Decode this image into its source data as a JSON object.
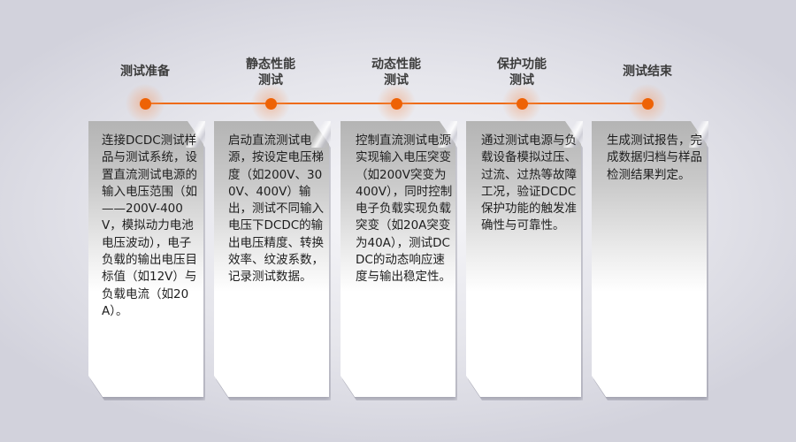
{
  "accent_color": "#ee6205",
  "timeline": {
    "steps": [
      {
        "title": "测试准备",
        "description": "连接DCDC测试样品与测试系统，设置直流测试电源的输入电压范围（如 ——200V-400V，模拟动力电池电压波动），电子负载的输出电压目标值（如12V）与负载电流（如20A）。"
      },
      {
        "title": "静态性能测试",
        "title_line1": "静态性能",
        "title_line2": "测试",
        "description": "启动直流测试电源，按设定电压梯度（如200V、300V、400V）输出，测试不同输入电压下DCDC的输出电压精度、转换效率、纹波系数，记录测试数据。"
      },
      {
        "title": "动态性能测试",
        "title_line1": "动态性能",
        "title_line2": "测试",
        "description": "控制直流测试电源实现输入电压突变（如200V突变为400V），同时控制电子负载实现负载突变（如20A突变为40A），测试DCDC的动态响应速度与输出稳定性。"
      },
      {
        "title": "保护功能测试",
        "title_line1": "保护功能",
        "title_line2": "测试",
        "description": "通过测试电源与负载设备模拟过压、过流、过热等故障工况，验证DCDC保护功能的触发准确性与可靠性。"
      },
      {
        "title": "测试结束",
        "description": "生成测试报告，完成数据归档与样品检测结果判定。"
      }
    ]
  }
}
